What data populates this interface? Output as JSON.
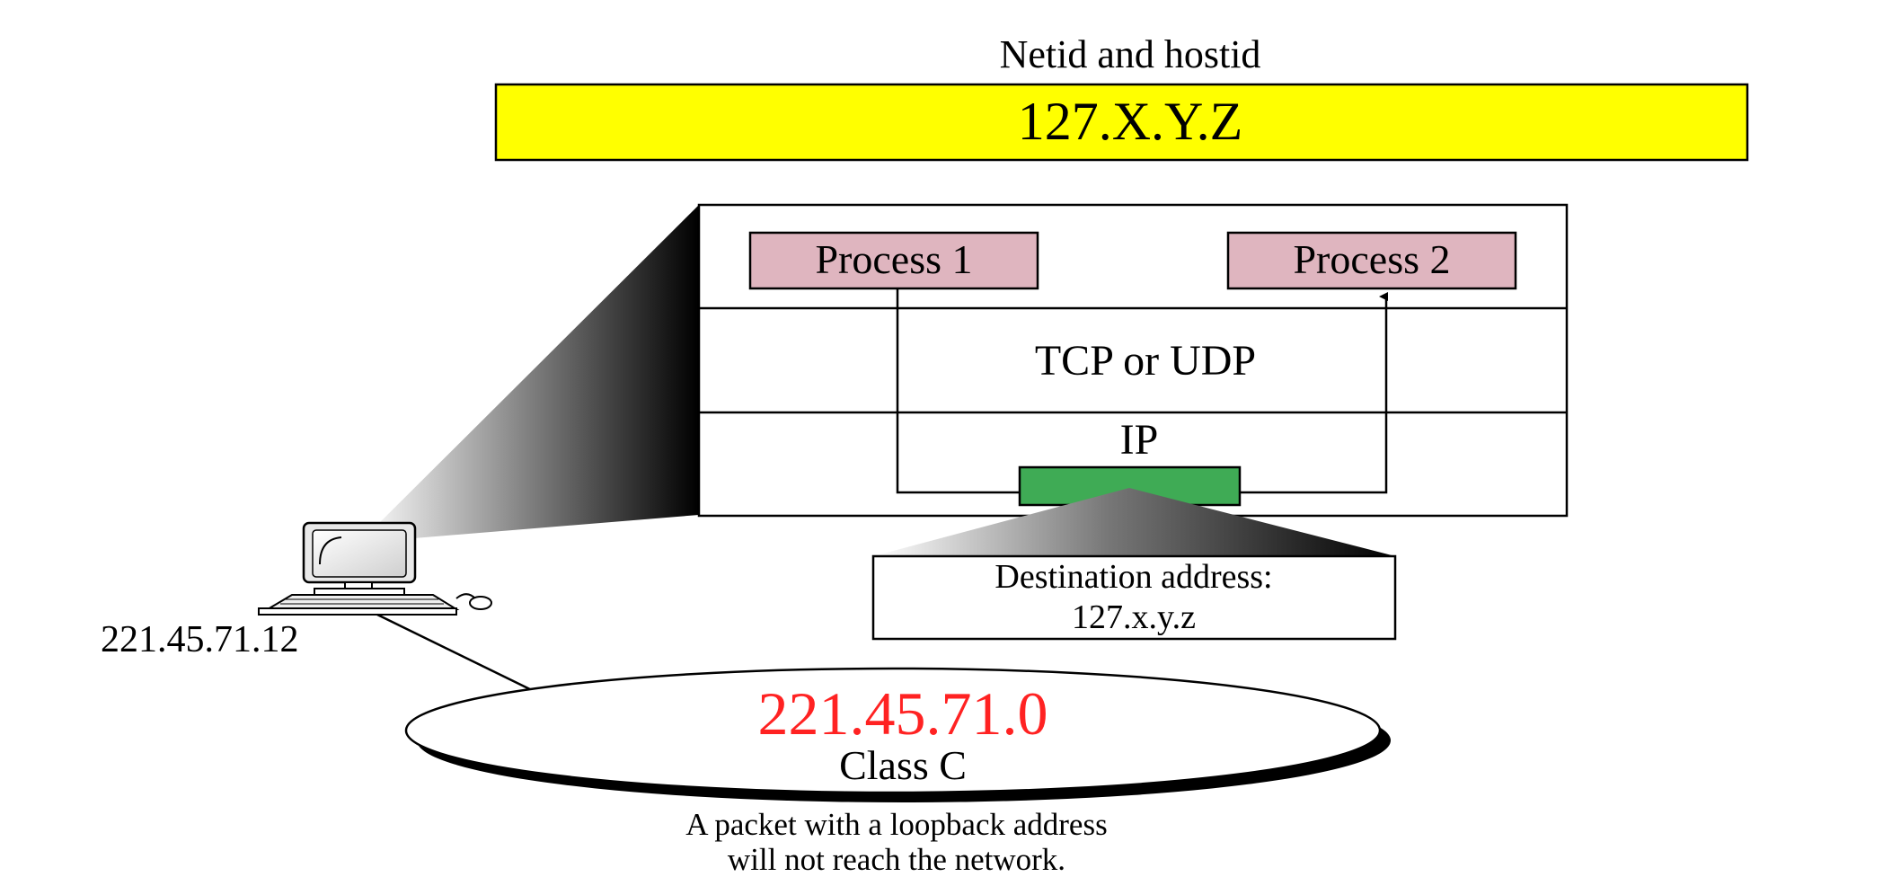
{
  "header": {
    "label": "Netid and hostid",
    "address": "127.X.Y.Z"
  },
  "host": {
    "processes": [
      "Process 1",
      "Process 2"
    ],
    "transport_layer": "TCP or UDP",
    "network_layer": "IP"
  },
  "packet": {
    "destination_label": "Destination address:",
    "destination_value": "127.x.y.z"
  },
  "computer": {
    "address": "221.45.71.12"
  },
  "network": {
    "address": "221.45.71.0",
    "class": "Class C"
  },
  "caption": {
    "line1": "A packet with a loopback address",
    "line2": "will not reach the network."
  },
  "colors": {
    "header_box": "#ffff00",
    "process_box": "#dfb5bf",
    "packet": "#3fab55",
    "network_address": "#ff2222",
    "stroke": "#000000"
  }
}
